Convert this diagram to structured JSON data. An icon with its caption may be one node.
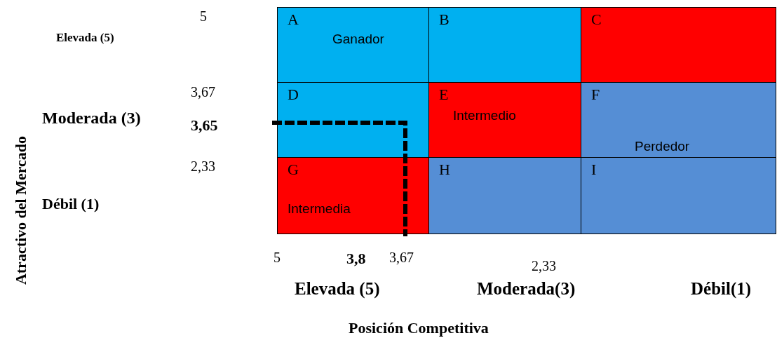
{
  "diagram": {
    "nodes": [
      {
        "text": [
          "A",
          "Ganador"
        ]
      },
      {
        "text": [
          "B"
        ]
      },
      {
        "text": [
          "C"
        ]
      },
      {
        "text": [
          "D"
        ]
      },
      {
        "text": [
          "E",
          "Intermedio"
        ]
      },
      {
        "text": [
          "F",
          "Perdedor"
        ]
      },
      {
        "text": [
          "G",
          "Intermedia"
        ]
      },
      {
        "text": [
          "H"
        ]
      },
      {
        "text": [
          "I"
        ]
      }
    ],
    "labels": [
      "5",
      "Elevada (5)",
      "3,67",
      "Moderada (3)",
      "3,65",
      "2,33",
      "Atractivo del Mercado",
      "Débil (1)",
      "5",
      "3,8",
      "3,67",
      "2,33",
      "Elevada (5)",
      "Moderada(3)",
      "Débil(1)",
      "Posición Competitiva"
    ]
  }
}
